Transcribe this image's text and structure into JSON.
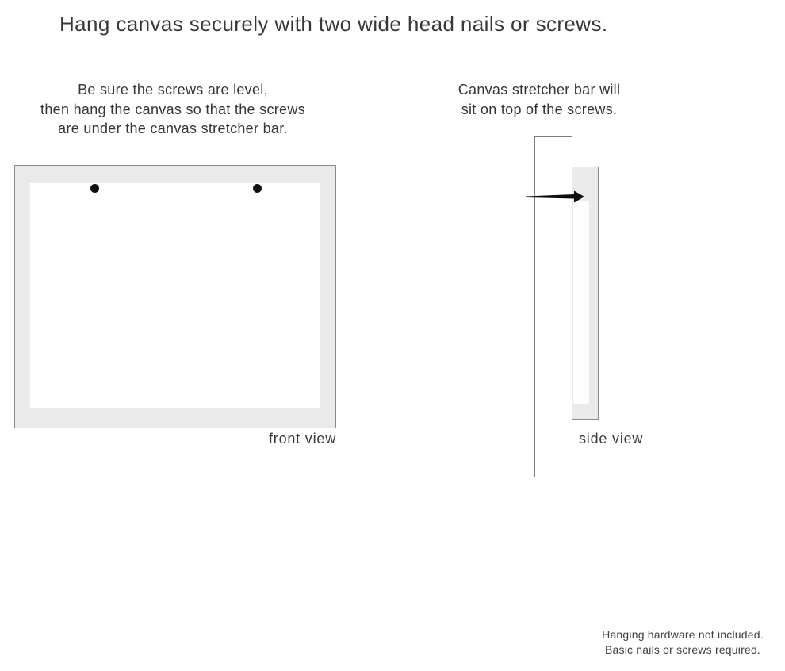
{
  "title": "Hang canvas securely with two wide head nails or screws.",
  "instructions": {
    "front": {
      "lines": [
        "Be sure the screws are level,",
        "then hang the canvas so that the screws",
        "are under the canvas stretcher bar."
      ]
    },
    "side": {
      "lines": [
        "Canvas stretcher bar will",
        "sit on top of the screws."
      ]
    }
  },
  "front_view": {
    "label": "front view",
    "fastener_count": 2
  },
  "side_view": {
    "label": "side view"
  },
  "footer": {
    "lines": [
      "Hanging hardware not included.",
      "Basic nails or screws required."
    ]
  },
  "colors": {
    "frame_fill": "#eaeaea",
    "inner_fill": "#ffffff",
    "frame_border": "#8a8a8a",
    "fastener": "#0d0d0d",
    "text": "#3a3a3a"
  }
}
